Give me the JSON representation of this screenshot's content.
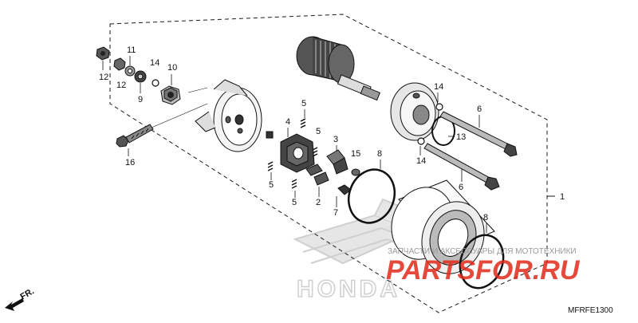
{
  "diagram": {
    "part_code": "MFRFE1300",
    "front_label": "FR.",
    "callouts": {
      "c1": "1",
      "c2": "2",
      "c3": "3",
      "c4": "4",
      "c5a": "5",
      "c5b": "5",
      "c5c": "5",
      "c5d": "5",
      "c6a": "6",
      "c6b": "6",
      "c7": "7",
      "c8a": "8",
      "c8b": "8",
      "c9": "9",
      "c10": "10",
      "c11": "11",
      "c12a": "12",
      "c12b": "12",
      "c13": "13",
      "c14a": "14",
      "c14b": "14",
      "c14c": "14",
      "c15": "15",
      "c16": "16"
    }
  },
  "watermark": {
    "brand_text": "HONDA",
    "site_text": "PARTSFOR.RU",
    "tagline": "ЗАПЧАСТИ И АКСЕССУАРЫ ДЛЯ МОТОТЕХНИКИ",
    "red_color": "#e02a1a",
    "gray_color": "#c8c8c8"
  },
  "colors": {
    "line": "#1a1a1a",
    "dark_part": "#333333",
    "mid_part": "#888888"
  }
}
